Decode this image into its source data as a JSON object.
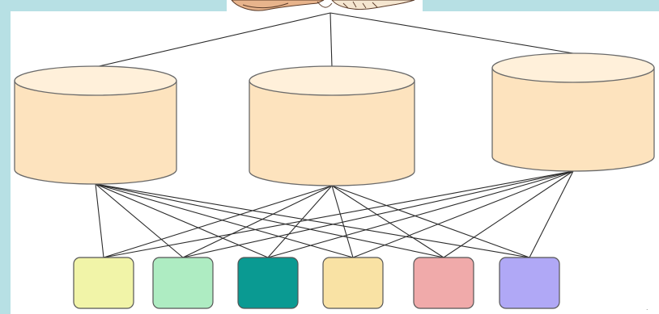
{
  "colors": {
    "frame": "#b7e0e4",
    "database_fill": "#fde3be",
    "database_top": "#fff0da",
    "line": "#2b2b2b"
  },
  "header_image": {
    "icon": "person-illustration-icon"
  },
  "databases": [
    {
      "id": "db-left",
      "icon": "database-cylinder-icon"
    },
    {
      "id": "db-center",
      "icon": "database-cylinder-icon"
    },
    {
      "id": "db-right",
      "icon": "database-cylinder-icon"
    }
  ],
  "nodes": [
    {
      "id": "node-1",
      "color": "#f1f4a8"
    },
    {
      "id": "node-2",
      "color": "#aeecc2"
    },
    {
      "id": "node-3",
      "color": "#0a9a92"
    },
    {
      "id": "node-4",
      "color": "#f9e2a4"
    },
    {
      "id": "node-5",
      "color": "#f0aaaa"
    },
    {
      "id": "node-6",
      "color": "#b0a8f6"
    }
  ]
}
